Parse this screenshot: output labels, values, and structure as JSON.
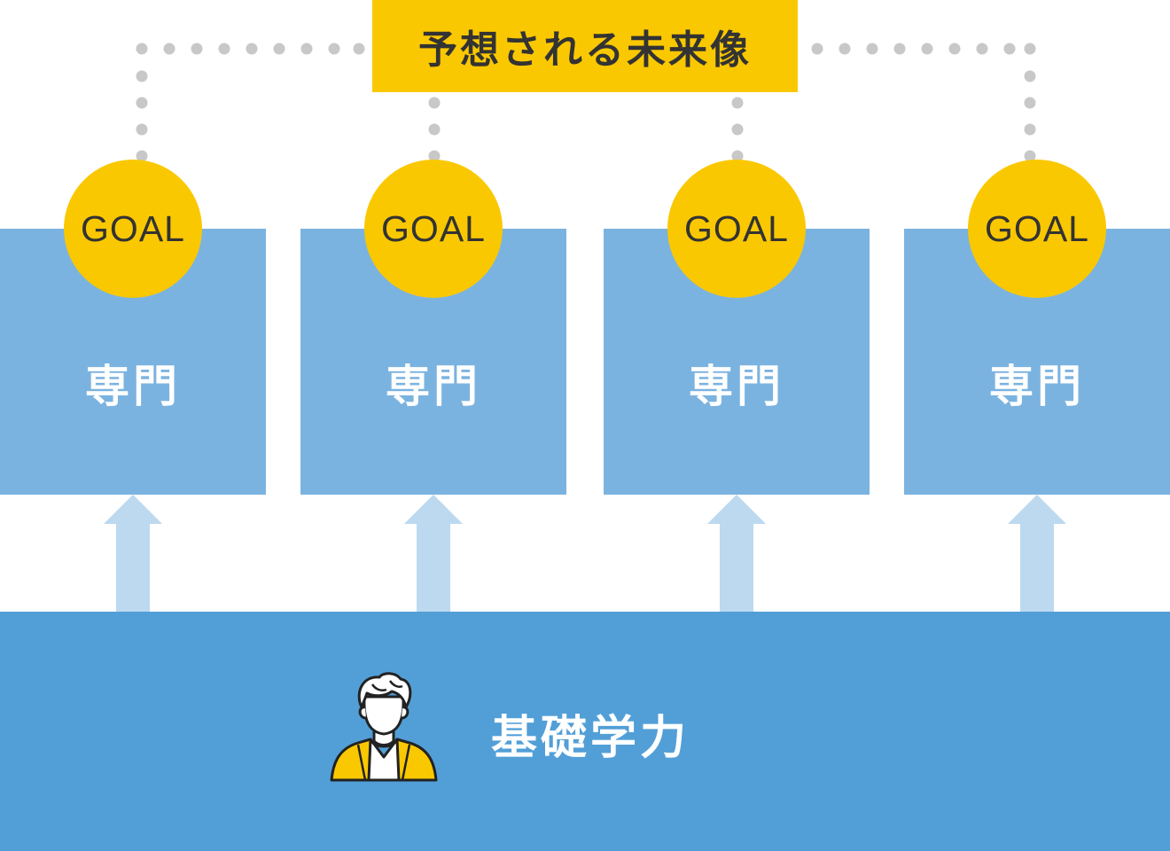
{
  "title": "予想される未来像",
  "columns": [
    {
      "goal": "GOAL",
      "label": "専門"
    },
    {
      "goal": "GOAL",
      "label": "専門"
    },
    {
      "goal": "GOAL",
      "label": "専門"
    },
    {
      "goal": "GOAL",
      "label": "専門"
    }
  ],
  "foundation": {
    "label": "基礎学力",
    "icon": "person-icon"
  },
  "colors": {
    "accent_yellow": "#FAC800",
    "column_blue": "#7BB3E0",
    "foundation_blue": "#529FD7",
    "arrow_blue": "#BCD9F0",
    "dot_gray": "#C8C8C8",
    "text_dark": "#333333"
  }
}
